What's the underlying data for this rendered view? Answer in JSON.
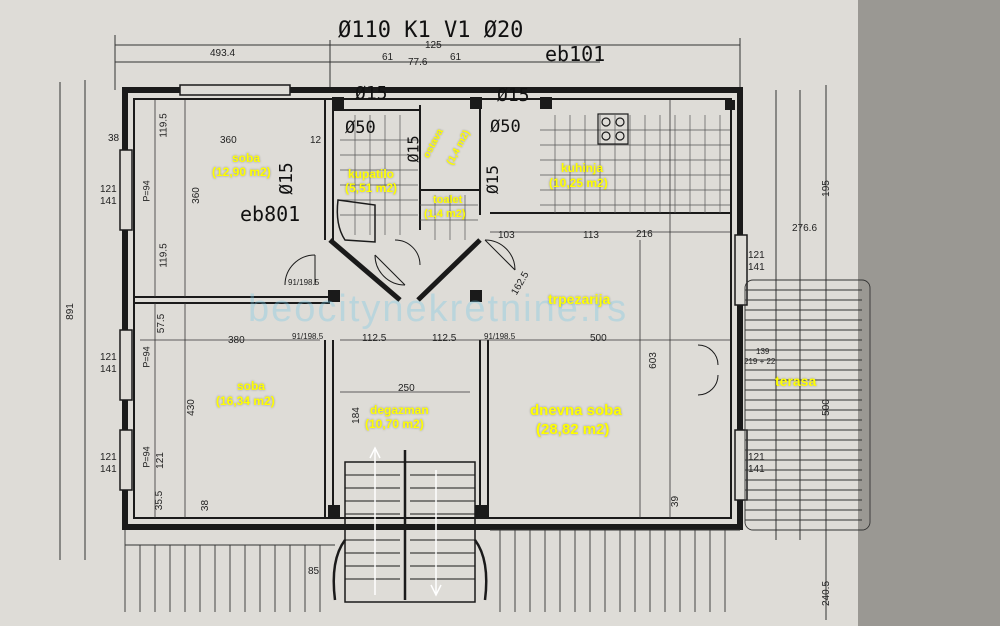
{
  "header": {
    "text": "Ø110 K1 V1 Ø20"
  },
  "marks": {
    "eb_top": "eb101",
    "eb_left": "eb801",
    "d15_left": "Ø15",
    "d15_mid": "Ø15",
    "d15_top": "Ø15",
    "d15_top2": "Ø15",
    "d15_k": "Ø15",
    "d50_a": "Ø50",
    "d50_b": "Ø50"
  },
  "rooms": {
    "soba1_name": "soba",
    "soba1_area": "(12,90 m2)",
    "kupatilo_name": "kupatilo",
    "kupatilo_area": "(5,51 m2)",
    "ostava_name": "ostava",
    "ostava_area": "(1,4 m2)",
    "toalet_name": "toalet",
    "toalet_area": "(1,4 m2)",
    "kuhinja_name": "kuhinja",
    "kuhinja_area": "(10,25 m2)",
    "trpezarija_name": "trpezarija",
    "soba2_name": "soba",
    "soba2_area": "(16,34 m2)",
    "degazman_name": "degazman",
    "degazman_area": "(10,70 m2)",
    "dnevna_name": "dnevna soba",
    "dnevna_area": "(28,82 m2)",
    "terasa_name": "terasa"
  },
  "dims": {
    "d493": "493.4",
    "d125": "125",
    "d61a": "61",
    "d776": "77.6",
    "d61b": "61",
    "d360a": "360",
    "d12": "12",
    "d1195a": "119.5",
    "d360v": "360",
    "d1195b": "119.5",
    "d891": "891",
    "d380": "380",
    "d575": "57.5",
    "d430": "430",
    "d121": "121",
    "d355": "35.5",
    "d38a": "38",
    "d38b": "38",
    "d1125a": "112.5",
    "d1125b": "112.5",
    "d250": "250",
    "d500": "500",
    "d603": "603",
    "d184": "184",
    "d103": "103",
    "d113": "113",
    "d216": "216",
    "d1625": "162.5",
    "d2766": "276.6",
    "d195": "195",
    "d500r": "500",
    "d2405": "240.5",
    "d85": "85",
    "d39": "39",
    "w94a": "P=94",
    "w94b": "P=94",
    "w94c": "P=94",
    "r121a": "121",
    "r141a": "141",
    "r121b": "121",
    "r141b": "141",
    "r121c": "121",
    "r141c": "141",
    "rr121a": "121",
    "rr141a": "141",
    "rr121b": "121",
    "rr141b": "141",
    "d91a": "91/198.5",
    "d91b": "91/198.5",
    "d91c": "91/198.5",
    "d139": "139",
    "d219": "219 + 22"
  },
  "watermark": "beocitynekretnine.rs"
}
